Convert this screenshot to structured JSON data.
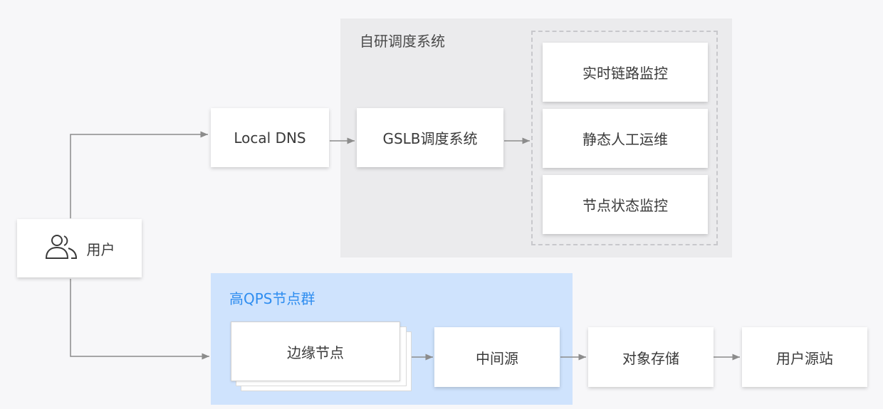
{
  "regions": {
    "scheduler_label": "自研调度系统",
    "high_qps_label": "高QPS节点群"
  },
  "nodes": {
    "user": "用户",
    "local_dns": "Local DNS",
    "gslb": "GSLB调度系统",
    "realtime_monitor": "实时链路监控",
    "static_ops": "静态人工运维",
    "node_status": "节点状态监控",
    "edge_node": "边缘节点",
    "middle_origin": "中间源",
    "object_storage": "对象存储",
    "user_origin": "用户源站"
  },
  "icons": {
    "user": "users-icon"
  },
  "colors": {
    "gray_region": "#ebebed",
    "blue_region": "#cfe3fd",
    "blue_label": "#2e8df0",
    "connector": "#8c8c8c"
  }
}
